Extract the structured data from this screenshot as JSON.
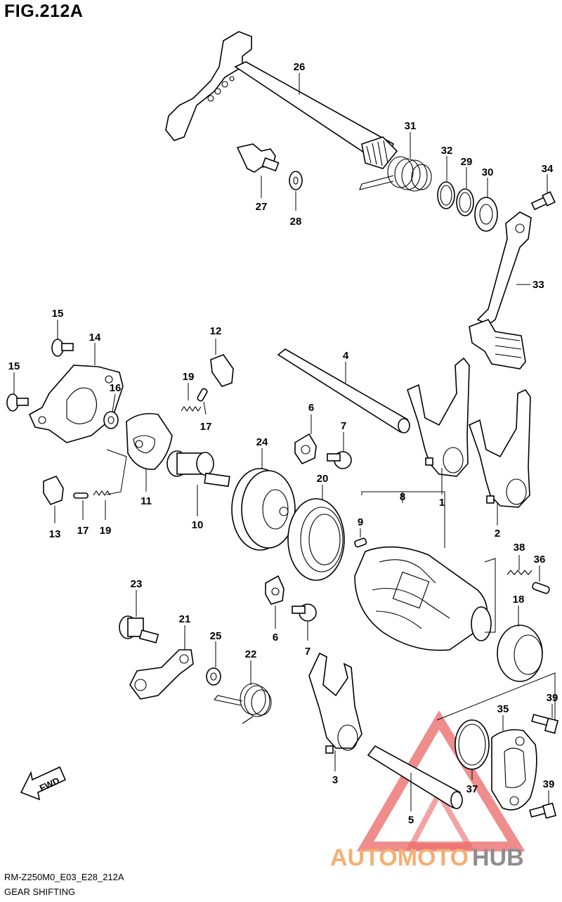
{
  "figure": {
    "title": "FIG.212A",
    "code": "RM-Z250M0_E03_E28_212A",
    "name": "GEAR SHIFTING",
    "fwd_label": "FWD"
  },
  "watermark": {
    "text_part1": "AUTOMOTO",
    "text_part2": "HUB",
    "color_primary": "#f4a259",
    "color_secondary": "#7a7a7a",
    "triangle_color": "#e54b4b"
  },
  "callouts": {
    "c1": "1",
    "c2": "2",
    "c3": "3",
    "c4": "4",
    "c5": "5",
    "c6a": "6",
    "c6b": "6",
    "c7a": "7",
    "c7b": "7",
    "c8": "8",
    "c9": "9",
    "c10": "10",
    "c11": "11",
    "c12": "12",
    "c13": "13",
    "c14": "14",
    "c15a": "15",
    "c15b": "15",
    "c16": "16",
    "c17a": "17",
    "c17b": "17",
    "c18": "18",
    "c19a": "19",
    "c19b": "19",
    "c20": "20",
    "c21": "21",
    "c22": "22",
    "c23": "23",
    "c24": "24",
    "c25": "25",
    "c26": "26",
    "c27": "27",
    "c28": "28",
    "c29": "29",
    "c30": "30",
    "c31": "31",
    "c32": "32",
    "c33": "33",
    "c34": "34",
    "c35": "35",
    "c36": "36",
    "c37": "37",
    "c38": "38",
    "c39a": "39",
    "c39b": "39"
  }
}
